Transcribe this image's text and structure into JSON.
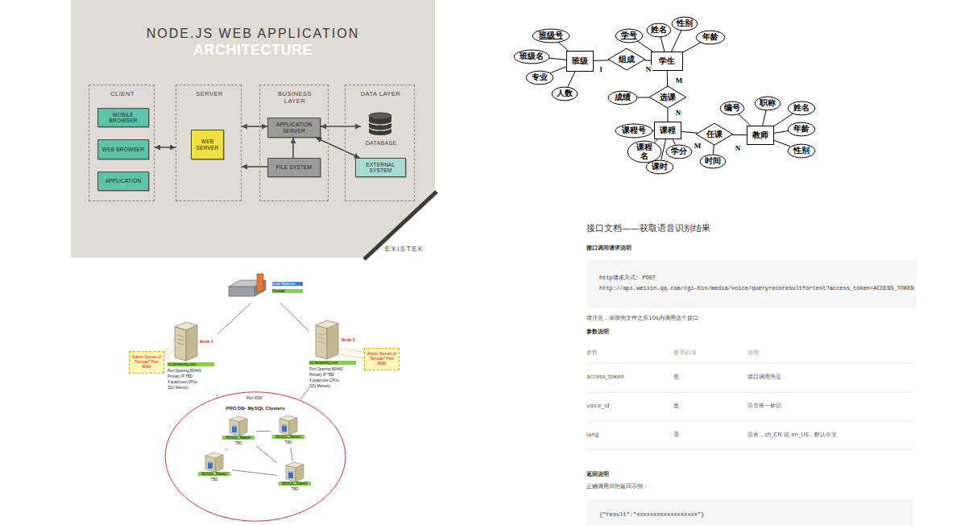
{
  "diagram": {
    "nodes": [
      {
        "text": [
          "NODE.JS WEB APPLICATION",
          "ARCHITECTURE"
        ]
      },
      {
        "text": [
          "CLIENT"
        ],
        "in": 0
      },
      {
        "text": [
          "MOBILE BROWSER"
        ],
        "in": 1
      },
      {
        "text": [
          "WEB BROWSER"
        ],
        "in": 1
      },
      {
        "text": [
          "APPLICATION"
        ],
        "in": 1
      },
      {
        "text": [
          "SERVER"
        ],
        "in": 0
      },
      {
        "text": [
          "WEB SERVER"
        ],
        "in": 5
      },
      {
        "text": [
          "BUSINESS LAYER"
        ],
        "in": 0
      },
      {
        "text": [
          "APPLICATION SERVER"
        ],
        "in": 7
      },
      {
        "text": [
          "FILE SYSTEM"
        ],
        "in": 7
      },
      {
        "text": [
          "DATA LAYER"
        ],
        "in": 0
      },
      {
        "text": [
          "DATABASE"
        ],
        "in": 10
      },
      {
        "text": [
          "EXTERNAL SYSTEM"
        ],
        "in": 10
      },
      {
        "text": [
          "班级号"
        ]
      },
      {
        "text": [
          "学号"
        ]
      },
      {
        "text": [
          "姓名"
        ]
      },
      {
        "text": [
          "性别"
        ]
      },
      {
        "text": [
          "年龄"
        ]
      },
      {
        "text": [
          "班级名"
        ]
      },
      {
        "text": [
          "班级"
        ]
      },
      {
        "text": [
          "组成"
        ]
      },
      {
        "text": [
          "学生"
        ]
      },
      {
        "text": [
          "专业"
        ]
      },
      {
        "text": [
          "人数"
        ]
      },
      {
        "text": [
          "选课"
        ]
      },
      {
        "text": [
          "成绩"
        ]
      },
      {
        "text": [
          "编号"
        ]
      },
      {
        "text": [
          "职称"
        ]
      },
      {
        "text": [
          "姓名"
        ]
      },
      {
        "text": [
          "课程号"
        ]
      },
      {
        "text": [
          "课程"
        ]
      },
      {
        "text": [
          "任课"
        ]
      },
      {
        "text": [
          "教师"
        ]
      },
      {
        "text": [
          "年龄"
        ]
      },
      {
        "text": [
          "课程名"
        ]
      },
      {
        "text": [
          "学分"
        ]
      },
      {
        "text": [
          "性别"
        ]
      },
      {
        "text": [
          "时间"
        ]
      },
      {
        "text": [
          "课时"
        ]
      },
      {
        "text": [
          "Load Balancer",
          "Firewall"
        ]
      },
      {
        "text": [
          "Node 1",
          "n1.fantasting.com",
          "Port Opening 80/443",
          "Primary IP TBD",
          "4 quad core CPUs",
          "32G Memory"
        ]
      },
      {
        "text": [
          "Node 2",
          "n2.fantasting.com",
          "Port Opening 80/443",
          "Primary IP TBD",
          "4 quad core CPUs",
          "32G Memory"
        ]
      },
      {
        "text": [
          "Admin Server of Tomcat7 Port 8080"
        ]
      },
      {
        "text": [
          "Admin Server of Tomcat7 Port 8080"
        ]
      },
      {
        "text": [
          "PRO DB- MySQL Clusters"
        ]
      },
      {
        "text": [
          "MySQL_Master",
          "TBD"
        ],
        "in": 44
      },
      {
        "text": [
          "MySQL_Slave1",
          "TBD"
        ],
        "in": 44
      },
      {
        "text": [
          "MySQL_Slave2",
          "TBD"
        ],
        "in": 44
      },
      {
        "text": [
          "MySQL_Slave3",
          "TBD"
        ],
        "in": 44
      },
      {
        "text": [
          "http请求方式: POST",
          "http://api.weixin.qq.com/cgi-bin/media/voice/queryrecoresultfortext?access_token=ACCESS_TOKEN"
        ]
      },
      {
        "text": [
          "{\"result\":\"xxxxxxxxxxxxxxxxxx\"}"
        ]
      }
    ],
    "edges": [
      {
        "from": 1,
        "to": 5,
        "arrow": "both"
      },
      {
        "from": 5,
        "to": 8,
        "arrow": "both"
      },
      {
        "from": 9,
        "to": 5,
        "arrow": "to"
      },
      {
        "from": 9,
        "to": 8,
        "arrow": "to"
      },
      {
        "from": 8,
        "to": 11,
        "arrow": "both"
      },
      {
        "from": 8,
        "to": 12,
        "arrow": "both"
      },
      {
        "from": 13,
        "to": 19,
        "arrow": "none"
      },
      {
        "from": 18,
        "to": 19,
        "arrow": "none"
      },
      {
        "from": 22,
        "to": 19,
        "arrow": "none"
      },
      {
        "from": 23,
        "to": 19,
        "arrow": "none"
      },
      {
        "from": 19,
        "to": 20,
        "arrow": "none",
        "label": "1"
      },
      {
        "from": 20,
        "to": 21,
        "arrow": "none",
        "label": "N"
      },
      {
        "from": 14,
        "to": 21,
        "arrow": "none"
      },
      {
        "from": 15,
        "to": 21,
        "arrow": "none"
      },
      {
        "from": 16,
        "to": 21,
        "arrow": "none"
      },
      {
        "from": 17,
        "to": 21,
        "arrow": "none"
      },
      {
        "from": 21,
        "to": 24,
        "arrow": "none",
        "label": "M"
      },
      {
        "from": 24,
        "to": 30,
        "arrow": "none",
        "label": "N"
      },
      {
        "from": 25,
        "to": 24,
        "arrow": "none"
      },
      {
        "from": 29,
        "to": 30,
        "arrow": "none"
      },
      {
        "from": 34,
        "to": 30,
        "arrow": "none"
      },
      {
        "from": 35,
        "to": 30,
        "arrow": "none"
      },
      {
        "from": 38,
        "to": 30,
        "arrow": "none"
      },
      {
        "from": 30,
        "to": 31,
        "arrow": "none",
        "label": "M"
      },
      {
        "from": 31,
        "to": 32,
        "arrow": "none",
        "label": "N"
      },
      {
        "from": 37,
        "to": 31,
        "arrow": "none"
      },
      {
        "from": 26,
        "to": 32,
        "arrow": "none"
      },
      {
        "from": 27,
        "to": 32,
        "arrow": "none"
      },
      {
        "from": 28,
        "to": 32,
        "arrow": "none"
      },
      {
        "from": 33,
        "to": 32,
        "arrow": "none"
      },
      {
        "from": 36,
        "to": 32,
        "arrow": "none"
      },
      {
        "from": 39,
        "to": 40,
        "arrow": "none"
      },
      {
        "from": 39,
        "to": 41,
        "arrow": "none"
      },
      {
        "from": 40,
        "to": 44,
        "arrow": "none"
      },
      {
        "from": 41,
        "to": 44,
        "arrow": "none"
      },
      {
        "from": 45,
        "to": 46,
        "arrow": "none"
      },
      {
        "from": 45,
        "to": 47,
        "arrow": "none"
      },
      {
        "from": 46,
        "to": 48,
        "arrow": "none"
      },
      {
        "from": 47,
        "to": 48,
        "arrow": "none"
      },
      {
        "from": 45,
        "to": 48,
        "arrow": "none"
      }
    ],
    "labels": [
      "EXISTEK",
      "Port 3306",
      "接口文档——获取语音识别结果",
      "接口调用请求说明",
      "请注意，添加完文件之后10s内调用这个接口",
      "参数说明",
      "参数",
      "是否必须",
      "说明",
      "access_token",
      "是",
      "接口调用凭证",
      "voice_id",
      "是",
      "语音唯一标识",
      "lang",
      "否",
      "语言，zh_CN 或 en_US，默认中文",
      "返回说明",
      "正确调用后的返回示例："
    ]
  }
}
